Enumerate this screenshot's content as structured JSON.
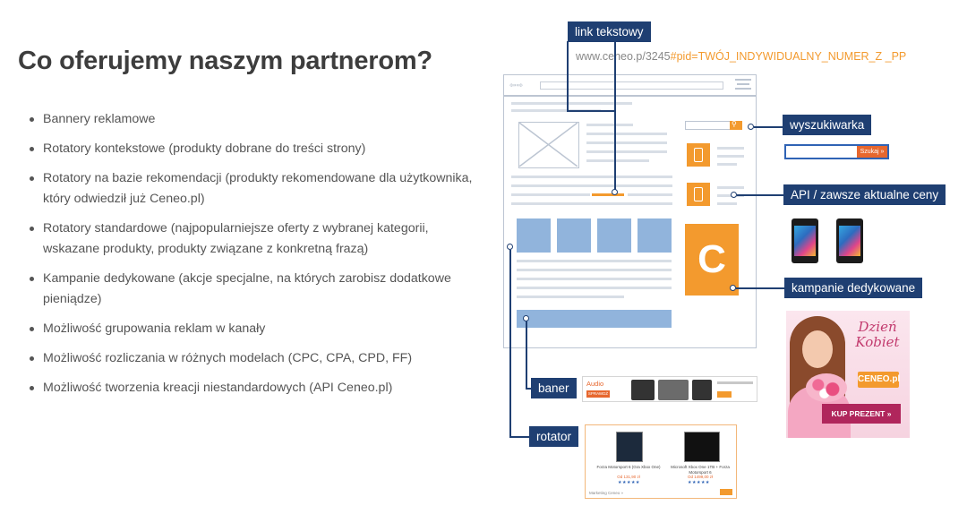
{
  "slide": {
    "title": "Co oferujemy naszym partnerom?",
    "bullets": [
      "Bannery reklamowe",
      "Rotatory kontekstowe (produkty dobrane do treści strony)",
      "Rotatory na bazie rekomendacji (produkty rekomendowane dla użytkownika, który odwiedził już Ceneo.pl)",
      "Rotatory standardowe (najpopularniejsze oferty z wybranej kategorii, wskazane produkty, produkty związane z konkretną frazą)",
      "Kampanie dedykowane (akcje specjalne, na których zarobisz dodatkowe pieniądze)",
      "Możliwość grupowania reklam w kanały",
      "Możliwość rozliczania w różnych modelach (CPC, CPA, CPD, FF)",
      "Możliwość tworzenia kreacji niestandardowych (API Ceneo.pl)"
    ]
  },
  "diagram": {
    "labels": {
      "text_link": "link tekstowy",
      "search": "wyszukiwarka",
      "api": "API / zawsze aktualne ceny",
      "campaigns": "kampanie dedykowane",
      "banner": "baner",
      "rotator": "rotator"
    },
    "url_base": "www.ceneo.p/3245",
    "url_param": "#pid=TWÓJ_INDYWIDUALNY_NUMER_Z _PP",
    "ceneo_letter": "C",
    "search_widget_button": "Szukaj »"
  },
  "promo": {
    "headline": "Dzień Kobiet",
    "logo": "CENEO.pl",
    "cta": "KUP PREZENT »"
  },
  "banner_ad": {
    "brand": "Audio",
    "button": "SPRAWDŹ"
  },
  "rotator_ad": {
    "products": [
      {
        "name": "Forza Motorsport 6 (Gra Xbox One)",
        "price": "Od 131,90 zł",
        "stars": "★★★★★"
      },
      {
        "name": "Microsoft Xbox One 1TB + Forza Motorsport 6",
        "price": "Od 1499,00 zł",
        "stars": "★★★★★"
      }
    ],
    "footer": "Marketing Ceneo »"
  },
  "colors": {
    "navy": "#1f3f72",
    "orange": "#f39a2e",
    "light_blue": "#91b4dc",
    "text": "#555555"
  }
}
